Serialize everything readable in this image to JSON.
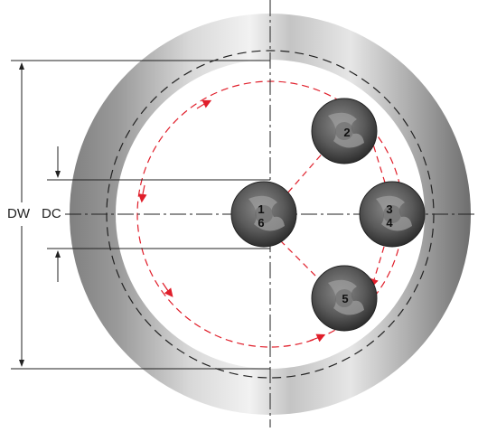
{
  "labels": {
    "dw": "DW",
    "dc": "DC"
  },
  "tools": [
    {
      "id": "tool-1-6",
      "numbers": [
        "1",
        "6"
      ]
    },
    {
      "id": "tool-2",
      "numbers": [
        "2"
      ]
    },
    {
      "id": "tool-3-4",
      "numbers": [
        "3",
        "4"
      ]
    },
    {
      "id": "tool-5",
      "numbers": [
        "5"
      ]
    }
  ],
  "colors": {
    "ring_light": "#e9e9e9",
    "ring_dark": "#7a7a7a",
    "path": "#e01e2a",
    "dims": "#222222"
  }
}
